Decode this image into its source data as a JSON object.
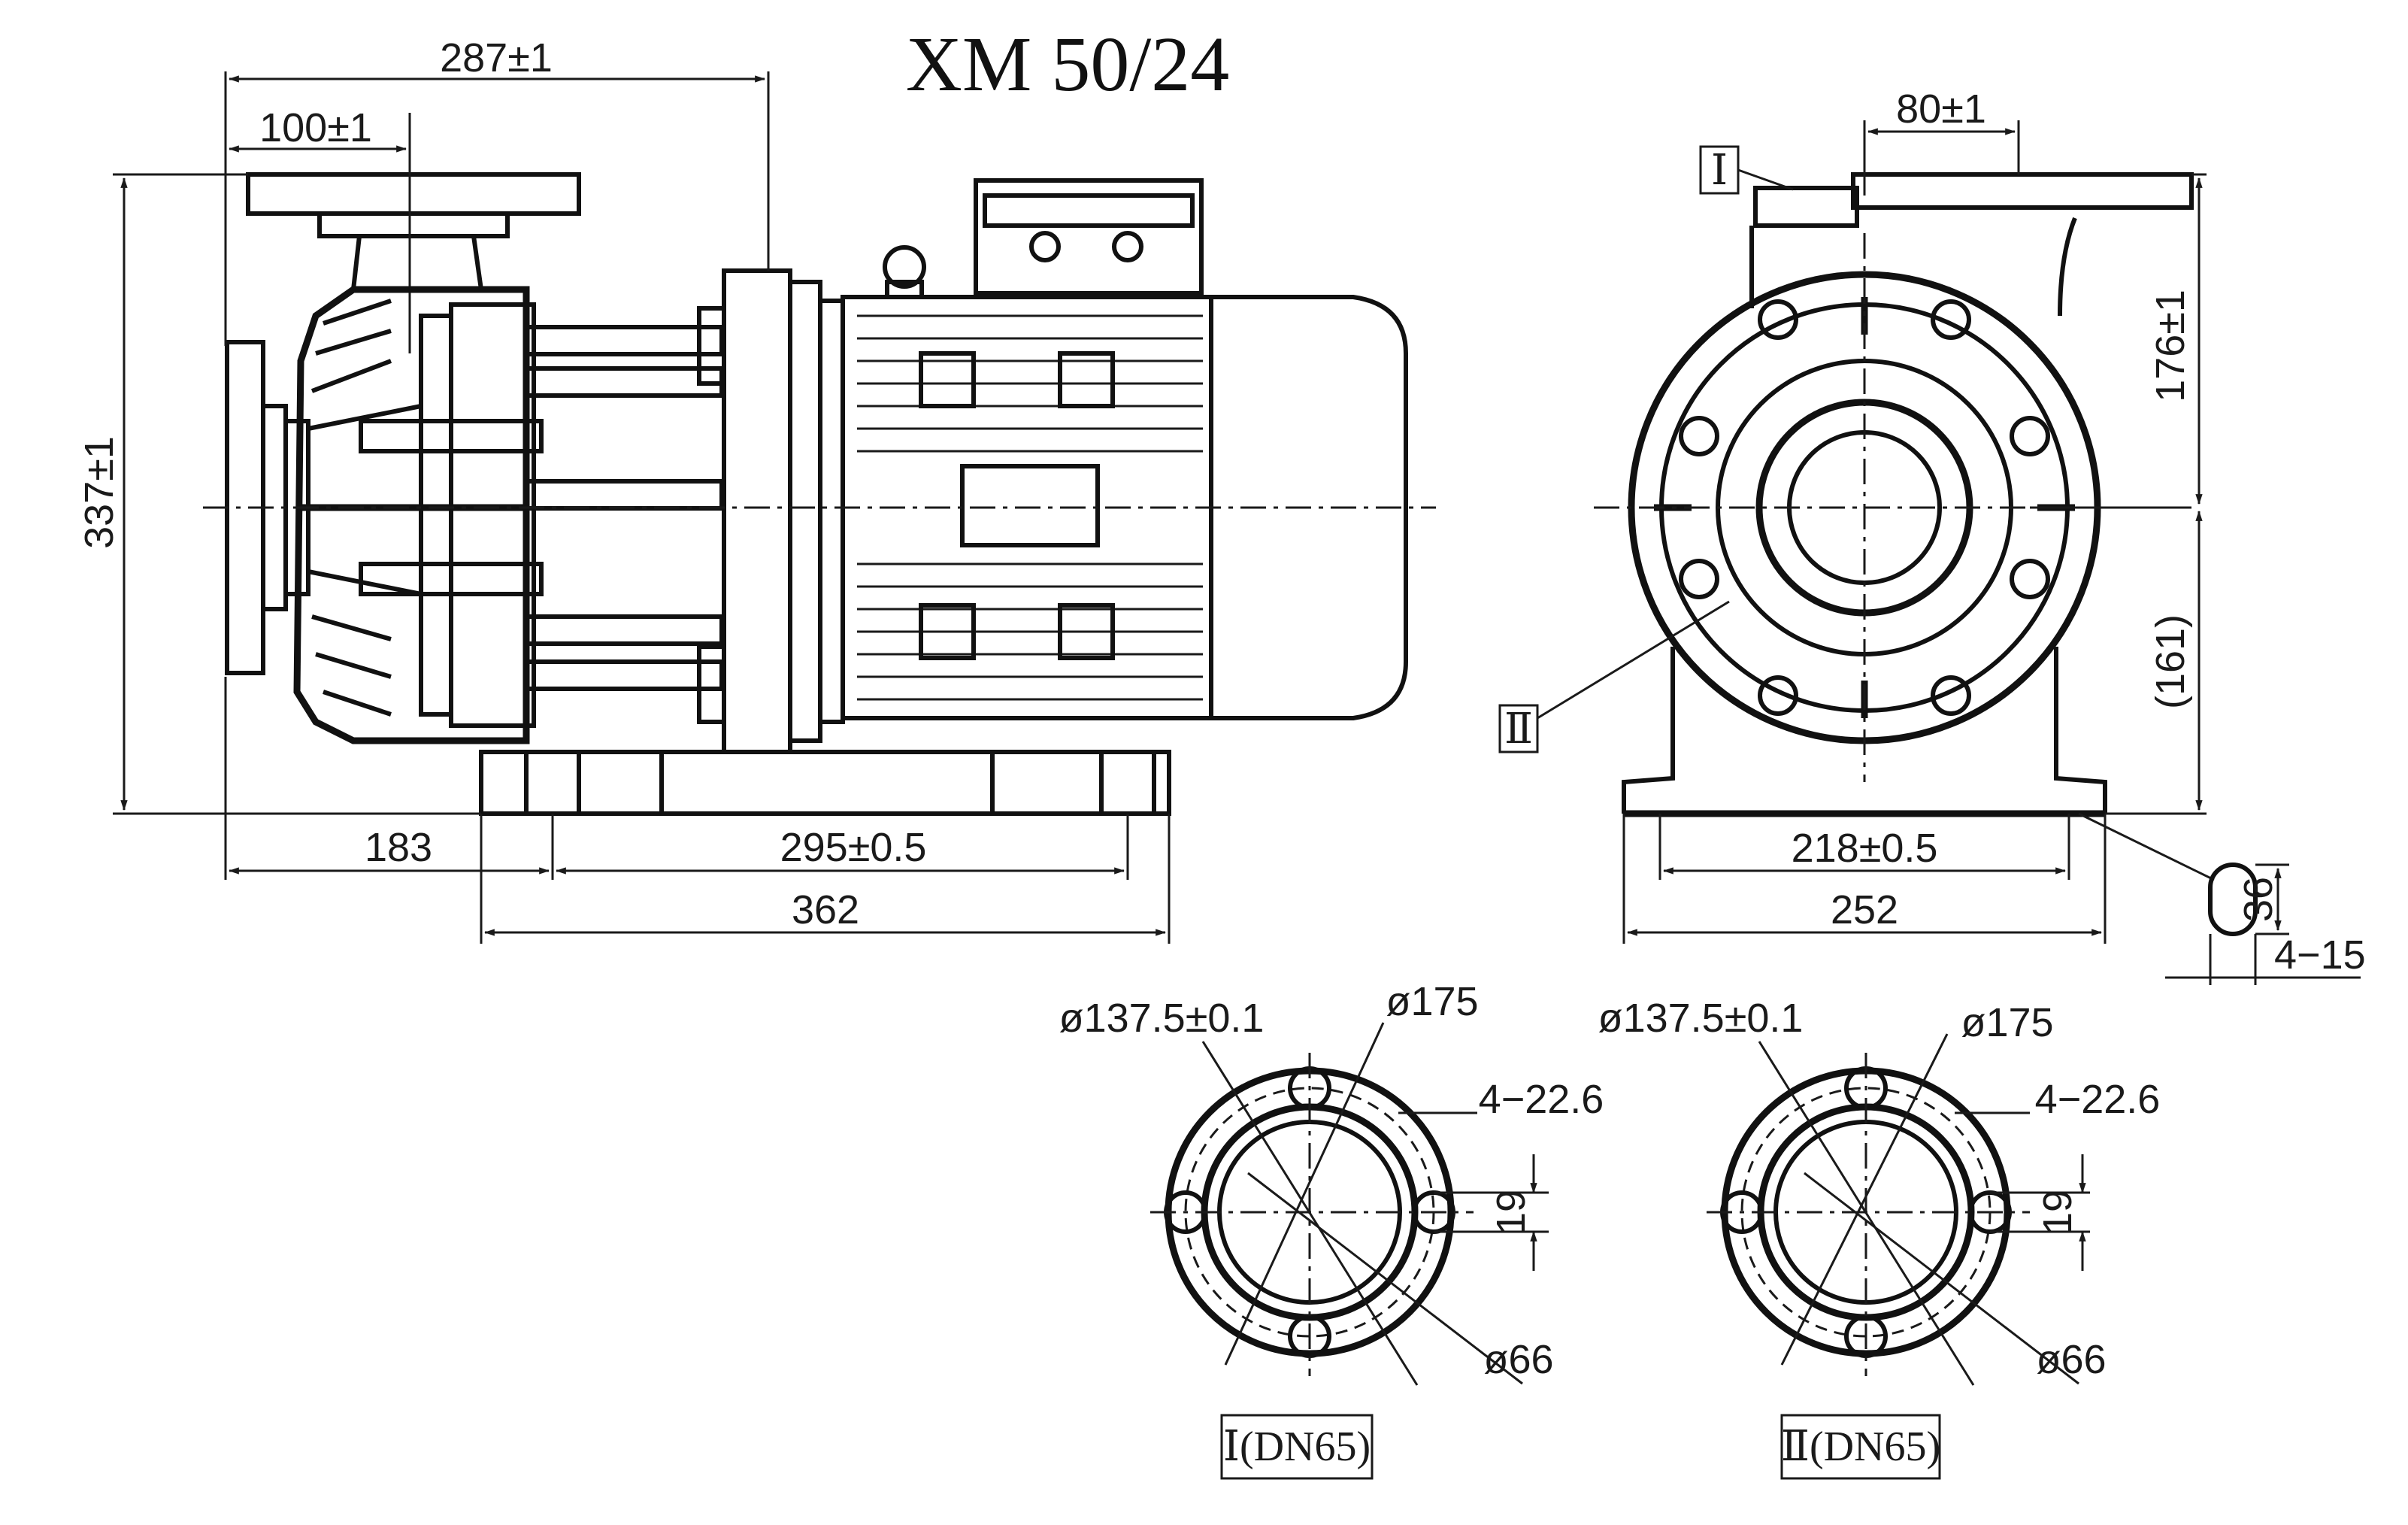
{
  "title": "XM 50/24",
  "side_view": {
    "dims": {
      "overall_length": "287±1",
      "flange_offset": "100±1",
      "height": "337±1",
      "base_offset": "183",
      "base_hole_pitch": "295±0.5",
      "base_length": "362"
    }
  },
  "front_view": {
    "dims": {
      "outlet_offset": "80±1",
      "outlet_height": "176±1",
      "shaft_height": "(161)",
      "foot_hole_pitch": "218±0.5",
      "foot_width": "252",
      "slot_length": "36",
      "slot_spec": "4−15"
    },
    "callouts": [
      "Ⅰ",
      "Ⅱ"
    ]
  },
  "flange_details": [
    {
      "id": "I",
      "bolt_circle": "ø137.5±0.1",
      "outer_diameter": "ø175",
      "holes": "4−22.6",
      "hole_offset": "19",
      "bore": "ø66",
      "label": "Ⅰ(DN65)"
    },
    {
      "id": "II",
      "bolt_circle": "ø137.5±0.1",
      "outer_diameter": "ø175",
      "holes": "4−22.6",
      "hole_offset": "19",
      "bore": "ø66",
      "label": "Ⅱ(DN65)"
    }
  ]
}
